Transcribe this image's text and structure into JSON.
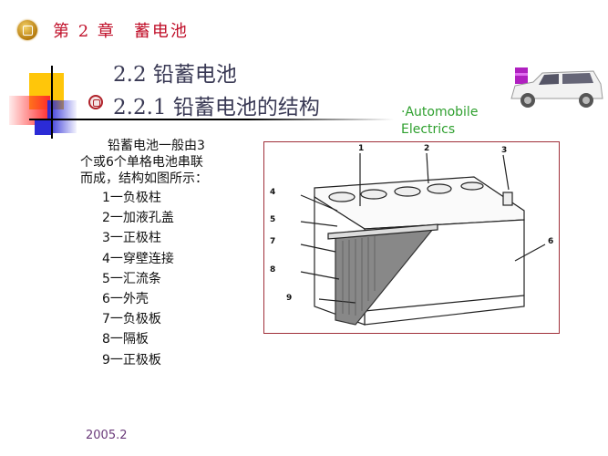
{
  "header": {
    "chapter_title": "第 2 章　蓄电池",
    "chapter_icon": "book-icon"
  },
  "slide": {
    "section_title": "2.2 铅蓄电池",
    "subsection_title": "2.2.1 铅蓄电池的结构",
    "subsection_bullet_icon": "circle-bullet-icon",
    "course_tag_line1": "·Automobile",
    "course_tag_line2": "Electrics",
    "intro_line1": "铅蓄电池一般由3",
    "intro_line2": "个或6个单格电池串联",
    "intro_line3": "而成，结构如图所示：",
    "parts": [
      {
        "num": "1",
        "label": "1一负极柱"
      },
      {
        "num": "2",
        "label": "2一加液孔盖"
      },
      {
        "num": "3",
        "label": "3一正极柱"
      },
      {
        "num": "4",
        "label": "4一穿壁连接"
      },
      {
        "num": "5",
        "label": "5一汇流条"
      },
      {
        "num": "6",
        "label": "6一外壳"
      },
      {
        "num": "7",
        "label": "7一负极板"
      },
      {
        "num": "8",
        "label": "8一隔板"
      },
      {
        "num": "9",
        "label": "9一正极板"
      }
    ],
    "figure_labels": [
      "1",
      "2",
      "3",
      "4",
      "5",
      "6",
      "7",
      "8",
      "9"
    ],
    "date": "2005.2"
  },
  "colors": {
    "chapter_title": "#c0102a",
    "heading": "#3a3a55",
    "course_tag": "#2fa02f",
    "figure_border": "#a0303a",
    "date": "#6a3a7a"
  }
}
